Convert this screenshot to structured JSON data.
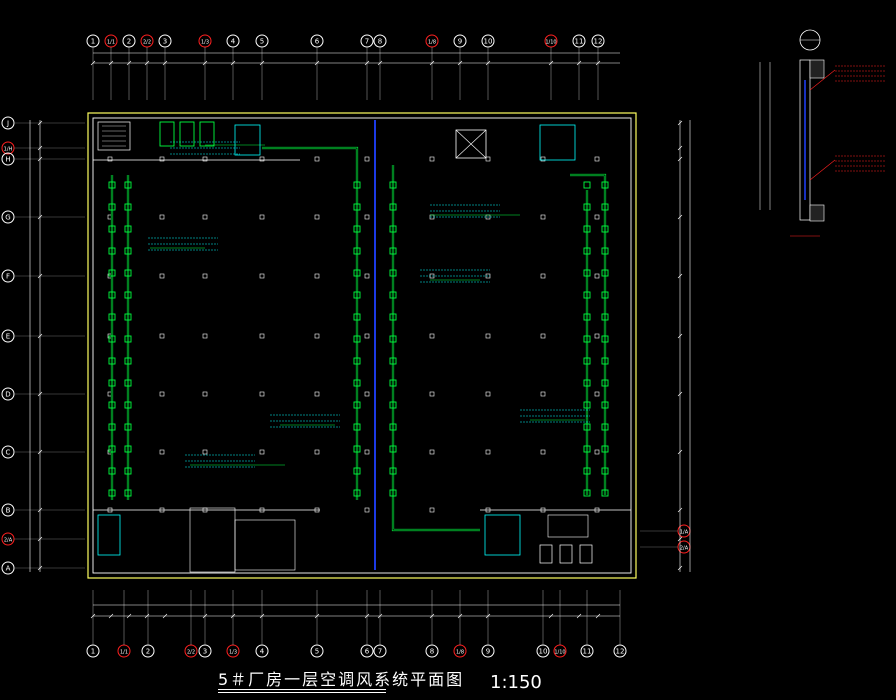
{
  "drawing": {
    "title": "5＃厂房一层空调风系统平面图",
    "scale": "1:150"
  },
  "axes": {
    "top_labels": [
      "1",
      "1/1",
      "2",
      "2/2",
      "3",
      "1/3",
      "4",
      "5",
      "6",
      "7",
      "8",
      "1/8",
      "9",
      "10",
      "1/10",
      "11",
      "12"
    ],
    "bottom_labels": [
      "1",
      "1/1",
      "2",
      "2/2",
      "3",
      "1/3",
      "4",
      "5",
      "6",
      "7",
      "8",
      "1/8",
      "9",
      "10",
      "1/10",
      "11",
      "12"
    ],
    "left_labels": [
      "J",
      "1/H",
      "H",
      "G",
      "F",
      "E",
      "D",
      "C",
      "B",
      "2/A",
      "A"
    ],
    "right_labels": [
      "1/A",
      "2/A"
    ]
  },
  "colors": {
    "background": "#000000",
    "wall": "#ffffff",
    "axis_bubble": "#ffffff",
    "axis_bubble_sub": "#ff2020",
    "duct": "#00ff40",
    "annotation": "#00ffff",
    "main_duct": "#2040ff",
    "dim_line": "#ffffff",
    "column": "#ffffff",
    "structure": "#ffff60"
  }
}
